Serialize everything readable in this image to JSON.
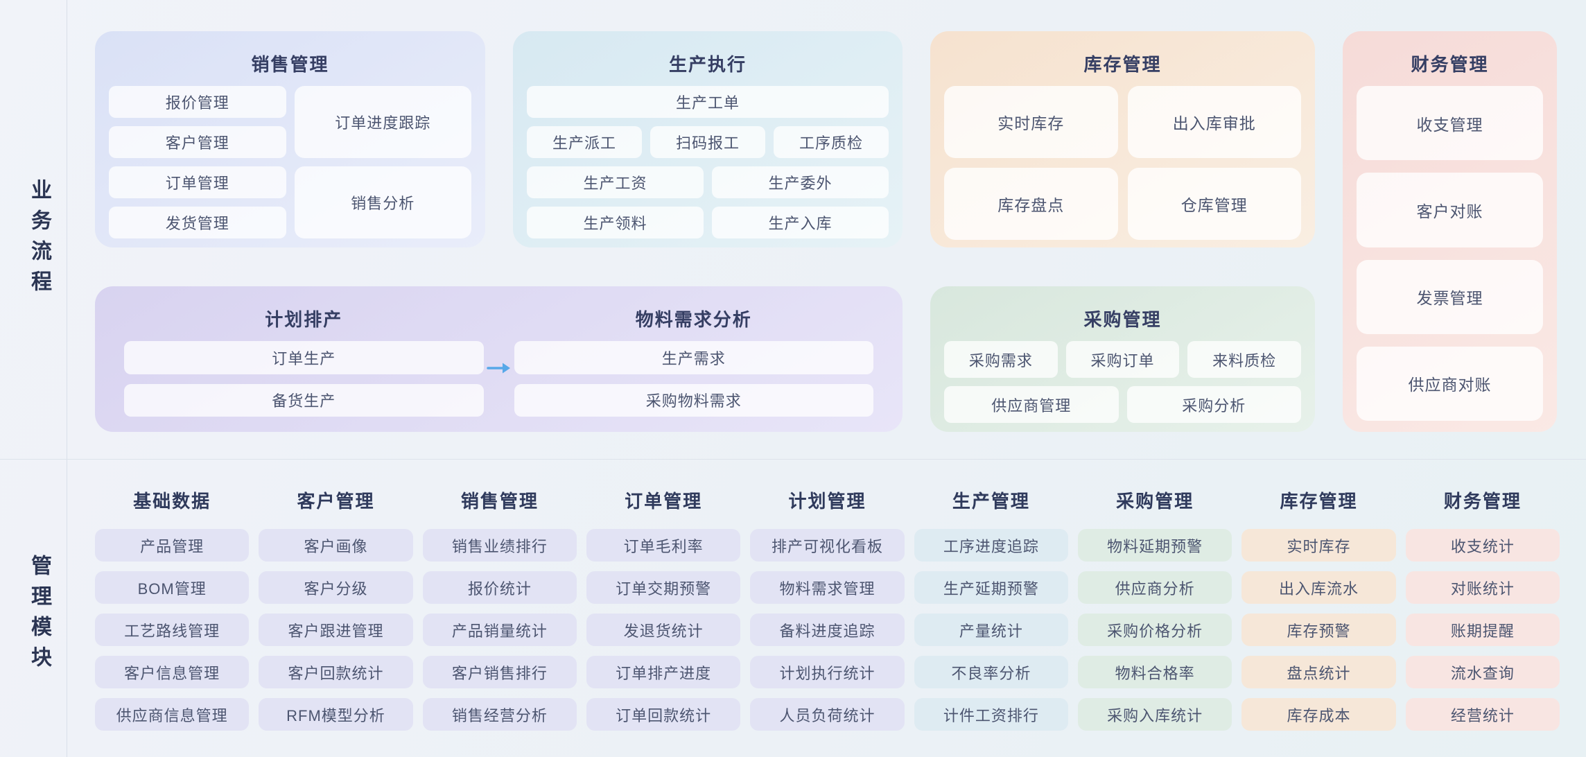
{
  "sidebar": {
    "sections": [
      {
        "label": "业务流程"
      },
      {
        "label": "管理模块"
      }
    ]
  },
  "colors": {
    "arrow_accent": "#57a8e8",
    "sales_card": "#dae1f6",
    "production_card": "#d7e9f2",
    "inventory_card": "#f6e2cf",
    "finance_card": "#f6dbd8",
    "planning_card": "#d8d3f0",
    "purchase_card": "#d8e7dd",
    "title_text": "#353e63",
    "item_text": "#4c5570"
  },
  "flow": {
    "sales": {
      "title": "销售管理",
      "left": [
        "报价管理",
        "客户管理",
        "订单管理",
        "发货管理"
      ],
      "right": [
        "订单进度跟踪",
        "销售分析"
      ]
    },
    "production": {
      "title": "生产执行",
      "row1": [
        "生产工单"
      ],
      "row2": [
        "生产派工",
        "扫码报工",
        "工序质检"
      ],
      "row3": [
        "生产工资",
        "生产委外"
      ],
      "row4": [
        "生产领料",
        "生产入库"
      ]
    },
    "inventory": {
      "title": "库存管理",
      "items": [
        "实时库存",
        "出入库审批",
        "库存盘点",
        "仓库管理"
      ]
    },
    "finance": {
      "title": "财务管理",
      "items": [
        "收支管理",
        "客户对账",
        "发票管理",
        "供应商对账"
      ]
    },
    "planning": {
      "title": "计划排产",
      "items": [
        "订单生产",
        "备货生产"
      ]
    },
    "material": {
      "title": "物料需求分析",
      "items": [
        "生产需求",
        "采购物料需求"
      ]
    },
    "purchase": {
      "title": "采购管理",
      "row1": [
        "采购需求",
        "采购订单",
        "来料质检"
      ],
      "row2": [
        "供应商管理",
        "采购分析"
      ]
    }
  },
  "modules": {
    "columns": [
      {
        "title": "基础数据",
        "theme": "purple",
        "items": [
          "产品管理",
          "BOM管理",
          "工艺路线管理",
          "客户信息管理",
          "供应商信息管理"
        ]
      },
      {
        "title": "客户管理",
        "theme": "purple",
        "items": [
          "客户画像",
          "客户分级",
          "客户跟进管理",
          "客户回款统计",
          "RFM模型分析"
        ]
      },
      {
        "title": "销售管理",
        "theme": "purple",
        "items": [
          "销售业绩排行",
          "报价统计",
          "产品销量统计",
          "客户销售排行",
          "销售经营分析"
        ]
      },
      {
        "title": "订单管理",
        "theme": "purple",
        "items": [
          "订单毛利率",
          "订单交期预警",
          "发退货统计",
          "订单排产进度",
          "订单回款统计"
        ]
      },
      {
        "title": "计划管理",
        "theme": "purple",
        "items": [
          "排产可视化看板",
          "物料需求管理",
          "备料进度追踪",
          "计划执行统计",
          "人员负荷统计"
        ]
      },
      {
        "title": "生产管理",
        "theme": "blue",
        "items": [
          "工序进度追踪",
          "生产延期预警",
          "产量统计",
          "不良率分析",
          "计件工资排行"
        ]
      },
      {
        "title": "采购管理",
        "theme": "green",
        "items": [
          "物料延期预警",
          "供应商分析",
          "采购价格分析",
          "物料合格率",
          "采购入库统计"
        ]
      },
      {
        "title": "库存管理",
        "theme": "orange",
        "items": [
          "实时库存",
          "出入库流水",
          "库存预警",
          "盘点统计",
          "库存成本"
        ]
      },
      {
        "title": "财务管理",
        "theme": "pink",
        "items": [
          "收支统计",
          "对账统计",
          "账期提醒",
          "流水查询",
          "经营统计"
        ]
      }
    ]
  }
}
